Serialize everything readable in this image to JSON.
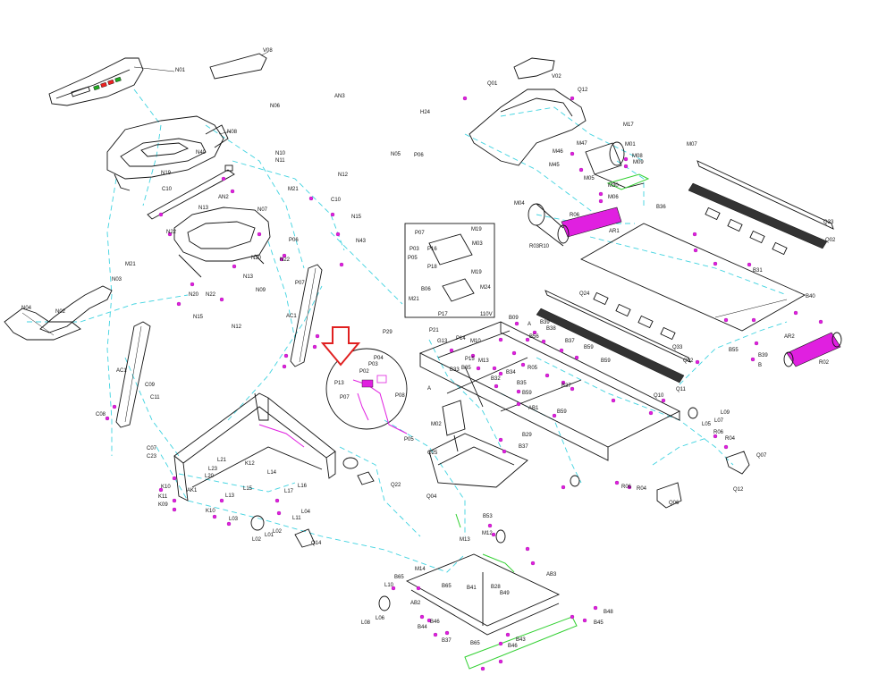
{
  "diagram": {
    "colors": {
      "line": "#111111",
      "leader_dash": "#3fd3e0",
      "hardware": "#e020e0",
      "folding_frame": "#30d030",
      "callout_arrow": "#e02020"
    },
    "inset_title": "110V",
    "labels": [
      {
        "id": "N01",
        "text": "N01"
      },
      {
        "id": "V08",
        "text": "V08"
      },
      {
        "id": "AN3",
        "text": "AN3"
      },
      {
        "id": "Q01",
        "text": "Q01"
      },
      {
        "id": "V02",
        "text": "V02"
      },
      {
        "id": "Q12a",
        "text": "Q12"
      },
      {
        "id": "N06",
        "text": "N06"
      },
      {
        "id": "H24",
        "text": "H24"
      },
      {
        "id": "N08",
        "text": "N08"
      },
      {
        "id": "M17",
        "text": "M17"
      },
      {
        "id": "M07",
        "text": "M07"
      },
      {
        "id": "N10",
        "text": "N10"
      },
      {
        "id": "N11",
        "text": "N11"
      },
      {
        "id": "N05",
        "text": "N05"
      },
      {
        "id": "P06a",
        "text": "P06"
      },
      {
        "id": "M46",
        "text": "M46"
      },
      {
        "id": "M47",
        "text": "M47"
      },
      {
        "id": "M01",
        "text": "M01"
      },
      {
        "id": "M45",
        "text": "M45"
      },
      {
        "id": "M08",
        "text": "M08"
      },
      {
        "id": "M09",
        "text": "M09"
      },
      {
        "id": "N40",
        "text": "N40"
      },
      {
        "id": "N19",
        "text": "N19"
      },
      {
        "id": "N12a",
        "text": "N12"
      },
      {
        "id": "M05",
        "text": "M05"
      },
      {
        "id": "M30",
        "text": "M30"
      },
      {
        "id": "M06",
        "text": "M06"
      },
      {
        "id": "C10a",
        "text": "C10"
      },
      {
        "id": "AN2",
        "text": "AN2"
      },
      {
        "id": "N13a",
        "text": "N13"
      },
      {
        "id": "M21a",
        "text": "M21"
      },
      {
        "id": "C10b",
        "text": "C10"
      },
      {
        "id": "N07",
        "text": "N07"
      },
      {
        "id": "N15a",
        "text": "N15"
      },
      {
        "id": "M04",
        "text": "M04"
      },
      {
        "id": "R06a",
        "text": "R06"
      },
      {
        "id": "B36",
        "text": "B36"
      },
      {
        "id": "Q33a",
        "text": "Q33"
      },
      {
        "id": "Q02a",
        "text": "Q02"
      },
      {
        "id": "N22a",
        "text": "N22"
      },
      {
        "id": "N43",
        "text": "N43"
      },
      {
        "id": "P07a",
        "text": "P07"
      },
      {
        "id": "M19a",
        "text": "M19"
      },
      {
        "id": "M03",
        "text": "M03"
      },
      {
        "id": "P03a",
        "text": "P03"
      },
      {
        "id": "P16",
        "text": "P16"
      },
      {
        "id": "P05a",
        "text": "P05"
      },
      {
        "id": "P18",
        "text": "P18"
      },
      {
        "id": "M19b",
        "text": "M19"
      },
      {
        "id": "B06",
        "text": "B06"
      },
      {
        "id": "M24",
        "text": "M24"
      },
      {
        "id": "M21b",
        "text": "M21"
      },
      {
        "id": "P17",
        "text": "P17"
      },
      {
        "id": "AR1",
        "text": "AR1"
      },
      {
        "id": "R03",
        "text": "R03"
      },
      {
        "id": "R10",
        "text": "R10"
      },
      {
        "id": "B31",
        "text": "B31"
      },
      {
        "id": "B40",
        "text": "B40"
      },
      {
        "id": "P06b",
        "text": "P06"
      },
      {
        "id": "N20a",
        "text": "N20"
      },
      {
        "id": "N22b",
        "text": "N22"
      },
      {
        "id": "M21c",
        "text": "M21"
      },
      {
        "id": "N03",
        "text": "N03"
      },
      {
        "id": "N13b",
        "text": "N13"
      },
      {
        "id": "N20b",
        "text": "N20"
      },
      {
        "id": "N22c",
        "text": "N22"
      },
      {
        "id": "N09",
        "text": "N09"
      },
      {
        "id": "P07b",
        "text": "P07"
      },
      {
        "id": "N04",
        "text": "N04"
      },
      {
        "id": "N02",
        "text": "N02"
      },
      {
        "id": "N15b",
        "text": "N15"
      },
      {
        "id": "N12b",
        "text": "N12"
      },
      {
        "id": "AC1a",
        "text": "AC1"
      },
      {
        "id": "Q24",
        "text": "Q24"
      },
      {
        "id": "B09",
        "text": "B09"
      },
      {
        "id": "B39a",
        "text": "B39"
      },
      {
        "id": "B38",
        "text": "B38"
      },
      {
        "id": "P29",
        "text": "P29"
      },
      {
        "id": "P21",
        "text": "P21"
      },
      {
        "id": "G13",
        "text": "G13"
      },
      {
        "id": "B39b",
        "text": "B39"
      },
      {
        "id": "AR2",
        "text": "AR2"
      },
      {
        "id": "B55",
        "text": "B55"
      },
      {
        "id": "B",
        "text": "B"
      },
      {
        "id": "R02",
        "text": "R02"
      },
      {
        "id": "Q33b",
        "text": "Q33"
      },
      {
        "id": "P14",
        "text": "P14"
      },
      {
        "id": "M10",
        "text": "M10"
      },
      {
        "id": "B56",
        "text": "B56"
      },
      {
        "id": "B37a",
        "text": "B37"
      },
      {
        "id": "B59a",
        "text": "B59"
      },
      {
        "id": "P04",
        "text": "P04"
      },
      {
        "id": "P03b",
        "text": "P03"
      },
      {
        "id": "P02",
        "text": "P02"
      },
      {
        "id": "P13",
        "text": "P13"
      },
      {
        "id": "P07c",
        "text": "P07"
      },
      {
        "id": "P08",
        "text": "P08"
      },
      {
        "id": "P15",
        "text": "P15"
      },
      {
        "id": "M13",
        "text": "M13"
      },
      {
        "id": "B35",
        "text": "B35"
      },
      {
        "id": "R05",
        "text": "R05"
      },
      {
        "id": "B33",
        "text": "B33"
      },
      {
        "id": "B32",
        "text": "B32"
      },
      {
        "id": "B34",
        "text": "B34"
      },
      {
        "id": "B35b",
        "text": "B35"
      },
      {
        "id": "B59b",
        "text": "B59"
      },
      {
        "id": "Q02b",
        "text": "Q02"
      },
      {
        "id": "B37b",
        "text": "B37"
      },
      {
        "id": "Q10",
        "text": "Q10"
      },
      {
        "id": "Q11",
        "text": "Q11"
      },
      {
        "id": "AC1b",
        "text": "AC1"
      },
      {
        "id": "C09",
        "text": "C09"
      },
      {
        "id": "C11",
        "text": "C11"
      },
      {
        "id": "C08",
        "text": "C08"
      },
      {
        "id": "B59c",
        "text": "B59"
      },
      {
        "id": "B59d",
        "text": "B59"
      },
      {
        "id": "AB1a",
        "text": "AB1"
      },
      {
        "id": "L09",
        "text": "L09"
      },
      {
        "id": "L05",
        "text": "L05"
      },
      {
        "id": "L07",
        "text": "L07"
      },
      {
        "id": "P05b",
        "text": "P05"
      },
      {
        "id": "M02",
        "text": "M02"
      },
      {
        "id": "B29",
        "text": "B29"
      },
      {
        "id": "B37c",
        "text": "B37"
      },
      {
        "id": "R06b",
        "text": "R06"
      },
      {
        "id": "R04a",
        "text": "R04"
      },
      {
        "id": "C07",
        "text": "C07"
      },
      {
        "id": "C23",
        "text": "C23"
      },
      {
        "id": "Q25",
        "text": "Q25"
      },
      {
        "id": "Q07",
        "text": "Q07"
      },
      {
        "id": "L21",
        "text": "L21"
      },
      {
        "id": "K12",
        "text": "K12"
      },
      {
        "id": "L23",
        "text": "L23"
      },
      {
        "id": "L14",
        "text": "L14"
      },
      {
        "id": "L20",
        "text": "L20"
      },
      {
        "id": "K10a",
        "text": "K10"
      },
      {
        "id": "AK1",
        "text": "AK1"
      },
      {
        "id": "L15",
        "text": "L15"
      },
      {
        "id": "L17",
        "text": "L17"
      },
      {
        "id": "L16",
        "text": "L16"
      },
      {
        "id": "Q22",
        "text": "Q22"
      },
      {
        "id": "R06c",
        "text": "R06"
      },
      {
        "id": "R04b",
        "text": "R04"
      },
      {
        "id": "Q12b",
        "text": "Q12"
      },
      {
        "id": "K11",
        "text": "K11"
      },
      {
        "id": "K09",
        "text": "K09"
      },
      {
        "id": "L13",
        "text": "L13"
      },
      {
        "id": "Q04",
        "text": "Q04"
      },
      {
        "id": "Q06",
        "text": "Q06"
      },
      {
        "id": "K10b",
        "text": "K10"
      },
      {
        "id": "L03",
        "text": "L03"
      },
      {
        "id": "L04",
        "text": "L04"
      },
      {
        "id": "L11",
        "text": "L11"
      },
      {
        "id": "L01",
        "text": "L01"
      },
      {
        "id": "L02a",
        "text": "L02"
      },
      {
        "id": "L02b",
        "text": "L02"
      },
      {
        "id": "Q14",
        "text": "Q14"
      },
      {
        "id": "B53",
        "text": "B53"
      },
      {
        "id": "M13b",
        "text": "M13"
      },
      {
        "id": "M12",
        "text": "M12"
      },
      {
        "id": "M14",
        "text": "M14"
      },
      {
        "id": "B65a",
        "text": "B65"
      },
      {
        "id": "L10",
        "text": "L10"
      },
      {
        "id": "B65b",
        "text": "B65"
      },
      {
        "id": "B41",
        "text": "B41"
      },
      {
        "id": "B28",
        "text": "B28"
      },
      {
        "id": "AB3",
        "text": "AB3"
      },
      {
        "id": "B49",
        "text": "B49"
      },
      {
        "id": "AB2",
        "text": "AB2"
      },
      {
        "id": "L08",
        "text": "L08"
      },
      {
        "id": "L06",
        "text": "L06"
      },
      {
        "id": "B46a",
        "text": "B46"
      },
      {
        "id": "B44",
        "text": "B44"
      },
      {
        "id": "B48",
        "text": "B48"
      },
      {
        "id": "B45",
        "text": "B45"
      },
      {
        "id": "B37d",
        "text": "B37"
      },
      {
        "id": "B65c",
        "text": "B65"
      },
      {
        "id": "B43",
        "text": "B43"
      },
      {
        "id": "B46b",
        "text": "B46"
      },
      {
        "id": "A1",
        "text": "A"
      },
      {
        "id": "A2",
        "text": "A"
      }
    ]
  }
}
